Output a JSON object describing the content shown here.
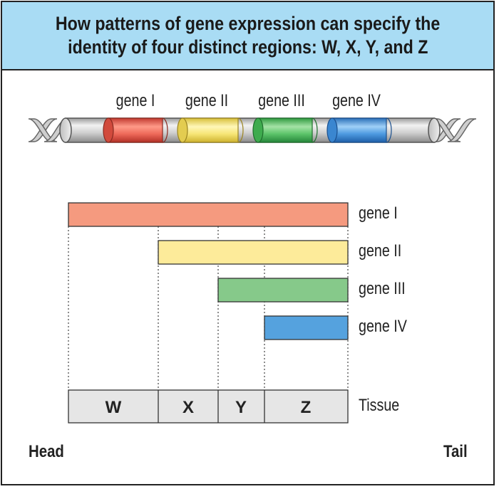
{
  "header": {
    "title_line1": "How patterns of gene expression can specify the",
    "title_line2": "identity of four distinct regions: W, X, Y, and Z"
  },
  "chromosome": {
    "genes": [
      {
        "label": "gene I",
        "color": "#e8574a"
      },
      {
        "label": "gene II",
        "color": "#f6e36a"
      },
      {
        "label": "gene III",
        "color": "#4cb95a"
      },
      {
        "label": "gene IV",
        "color": "#3b8fd8"
      }
    ]
  },
  "expression": {
    "rows": [
      {
        "label": "gene I",
        "color": "#f59a7f",
        "regions": [
          "W",
          "X",
          "Y",
          "Z"
        ]
      },
      {
        "label": "gene II",
        "color": "#fdeb9a",
        "regions": [
          "X",
          "Y",
          "Z"
        ]
      },
      {
        "label": "gene III",
        "color": "#86c98a",
        "regions": [
          "Y",
          "Z"
        ]
      },
      {
        "label": "gene IV",
        "color": "#55a2de",
        "regions": [
          "Z"
        ]
      }
    ],
    "tissues": [
      "W",
      "X",
      "Y",
      "Z"
    ],
    "tissue_label": "Tissue"
  },
  "axis": {
    "head": "Head",
    "tail": "Tail"
  }
}
